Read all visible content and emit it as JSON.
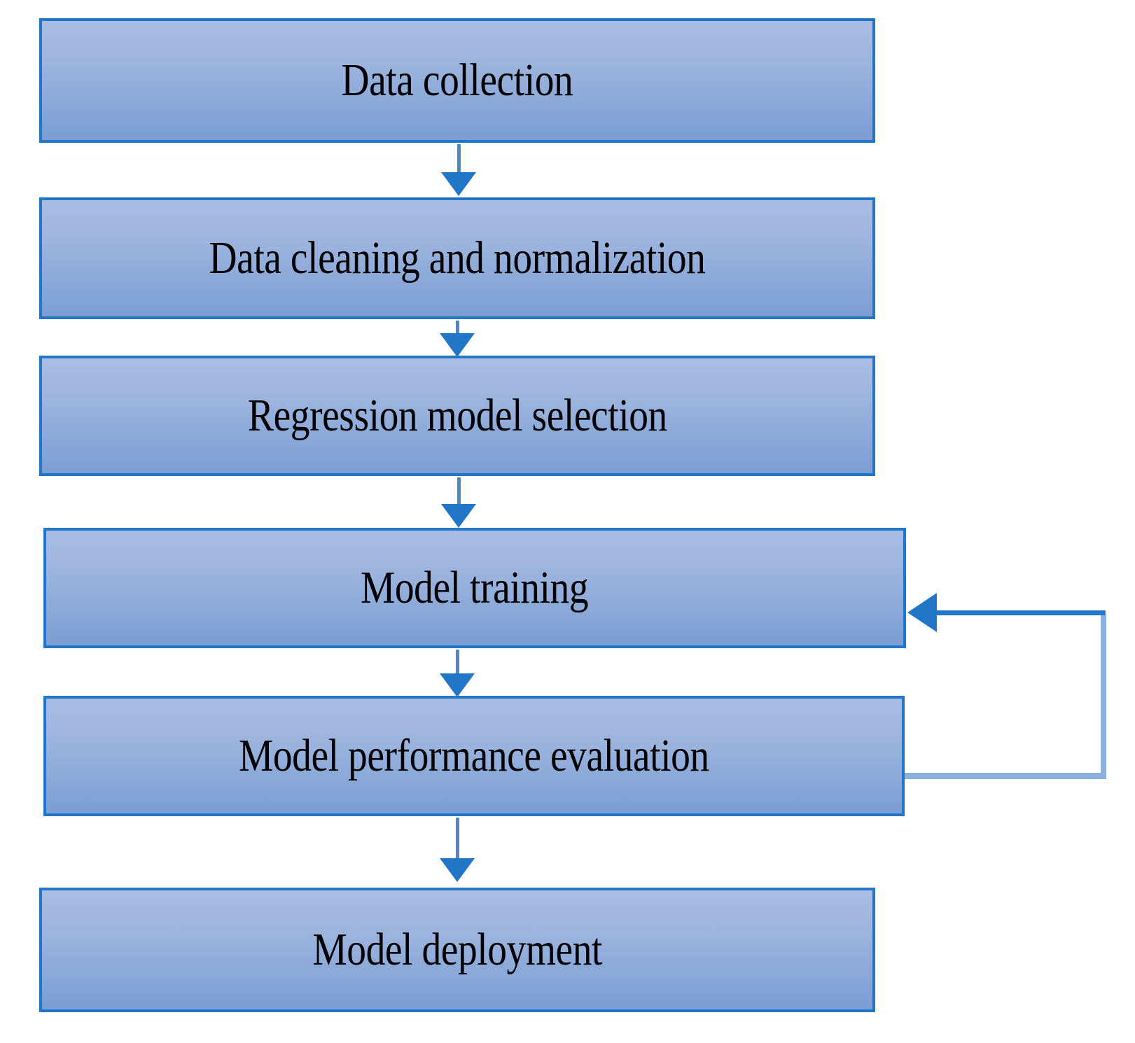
{
  "diagram": {
    "title": "Regression modeling workflow flowchart",
    "background_color": "#ffffff",
    "node_border_color": "#2176c7",
    "node_fill_top": "#a9bde3",
    "node_fill_bottom": "#7c9dd3",
    "arrow_color": "#2176c7",
    "loop_line_color": "#8ab0e0",
    "text_color": "#000000",
    "nodes": [
      {
        "id": "data-collection",
        "label": "Data collection"
      },
      {
        "id": "data-cleaning-and-normalization",
        "label": "Data cleaning and normalization"
      },
      {
        "id": "regression-model-selection",
        "label": "Regression model selection"
      },
      {
        "id": "model-training",
        "label": "Model training"
      },
      {
        "id": "model-performance-evaluation",
        "label": "Model performance evaluation"
      },
      {
        "id": "model-deployment",
        "label": "Model deployment"
      }
    ],
    "connectors": [
      {
        "id": "arrow-1",
        "from": "data-collection",
        "to": "data-cleaning-and-normalization",
        "direction": "down"
      },
      {
        "id": "arrow-2",
        "from": "data-cleaning-and-normalization",
        "to": "regression-model-selection",
        "direction": "down"
      },
      {
        "id": "arrow-3",
        "from": "regression-model-selection",
        "to": "model-training",
        "direction": "down"
      },
      {
        "id": "arrow-4",
        "from": "model-training",
        "to": "model-performance-evaluation",
        "direction": "down"
      },
      {
        "id": "arrow-5",
        "from": "model-performance-evaluation",
        "to": "model-deployment",
        "direction": "down"
      },
      {
        "id": "feedback-loop",
        "from": "model-performance-evaluation",
        "to": "model-training",
        "direction": "left",
        "shape": "right-side-loop"
      }
    ]
  }
}
